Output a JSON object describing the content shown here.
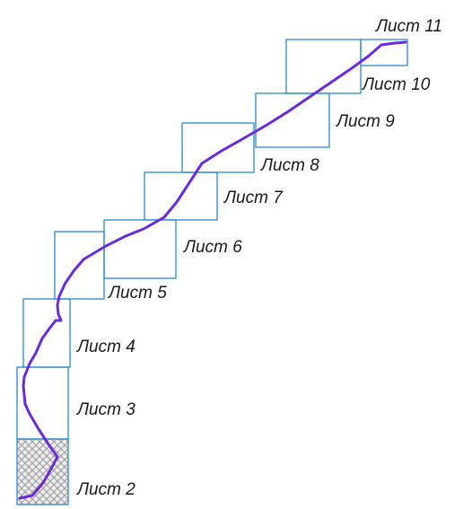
{
  "sheets": [
    {
      "id": 2,
      "label": "Лист 2",
      "hatched": true
    },
    {
      "id": 3,
      "label": "Лист 3",
      "hatched": false
    },
    {
      "id": 4,
      "label": "Лист 4",
      "hatched": false
    },
    {
      "id": 5,
      "label": "Лист 5",
      "hatched": false
    },
    {
      "id": 6,
      "label": "Лист 6",
      "hatched": false
    },
    {
      "id": 7,
      "label": "Лист 7",
      "hatched": false
    },
    {
      "id": 8,
      "label": "Лист 8",
      "hatched": false
    },
    {
      "id": 9,
      "label": "Лист 9",
      "hatched": false
    },
    {
      "id": 10,
      "label": "Лист 10",
      "hatched": false
    },
    {
      "id": 11,
      "label": "Лист 11",
      "hatched": false
    }
  ],
  "colors": {
    "frame": "#2a8cc4",
    "route": "#6a2bd9",
    "label": "#1a1a1a",
    "hatch": "#9a9a9a"
  }
}
